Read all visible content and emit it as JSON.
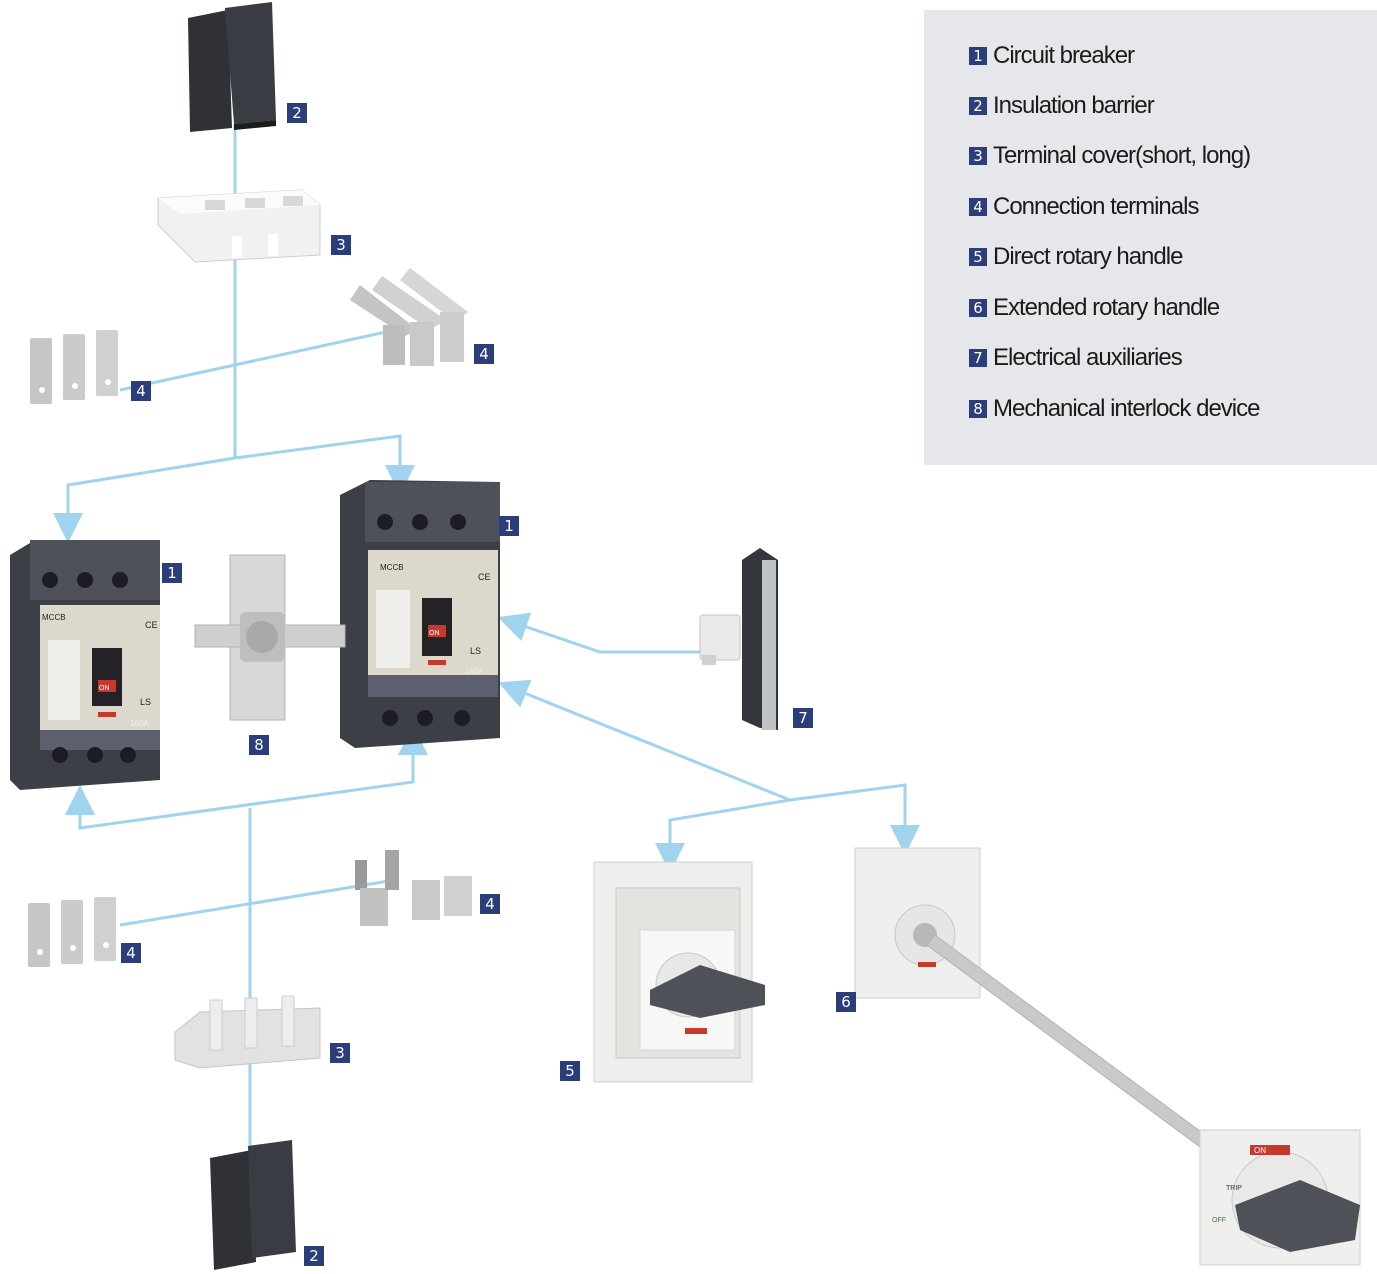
{
  "legend": {
    "items": [
      {
        "num": "1",
        "label": "Circuit breaker"
      },
      {
        "num": "2",
        "label": "Insulation barrier"
      },
      {
        "num": "3",
        "label": "Terminal cover(short, long)"
      },
      {
        "num": "4",
        "label": "Connection terminals"
      },
      {
        "num": "5",
        "label": "Direct rotary handle"
      },
      {
        "num": "6",
        "label": "Extended rotary handle"
      },
      {
        "num": "7",
        "label": "Electrical auxiliaries"
      },
      {
        "num": "8",
        "label": "Mechanical interlock device"
      }
    ]
  },
  "tags": {
    "insulation_barrier_top": "2",
    "terminal_cover_top": "3",
    "terminals_long_top": "4",
    "terminals_short_top": "4",
    "breaker_left": "1",
    "breaker_right": "1",
    "interlock": "8",
    "auxiliaries": "7",
    "terminals_long_bottom": "4",
    "terminals_short_bottom": "4",
    "terminal_cover_bottom": "3",
    "insulation_barrier_bottom": "2",
    "direct_handle": "5",
    "extended_handle": "6"
  },
  "breaker_labels": {
    "brand": "MCCB",
    "ce": "CE",
    "maker": "LS",
    "rating": "160A",
    "on": "ON"
  },
  "handle_labels": {
    "on": "ON",
    "trip": "TRIP",
    "off": "OFF"
  },
  "colors": {
    "connector": "#9fd3ee",
    "tag_bg": "#2b3e7a",
    "legend_bg": "#e6e7ea",
    "breaker_body": "#4a4c55",
    "panel": "#dcd9cc"
  }
}
